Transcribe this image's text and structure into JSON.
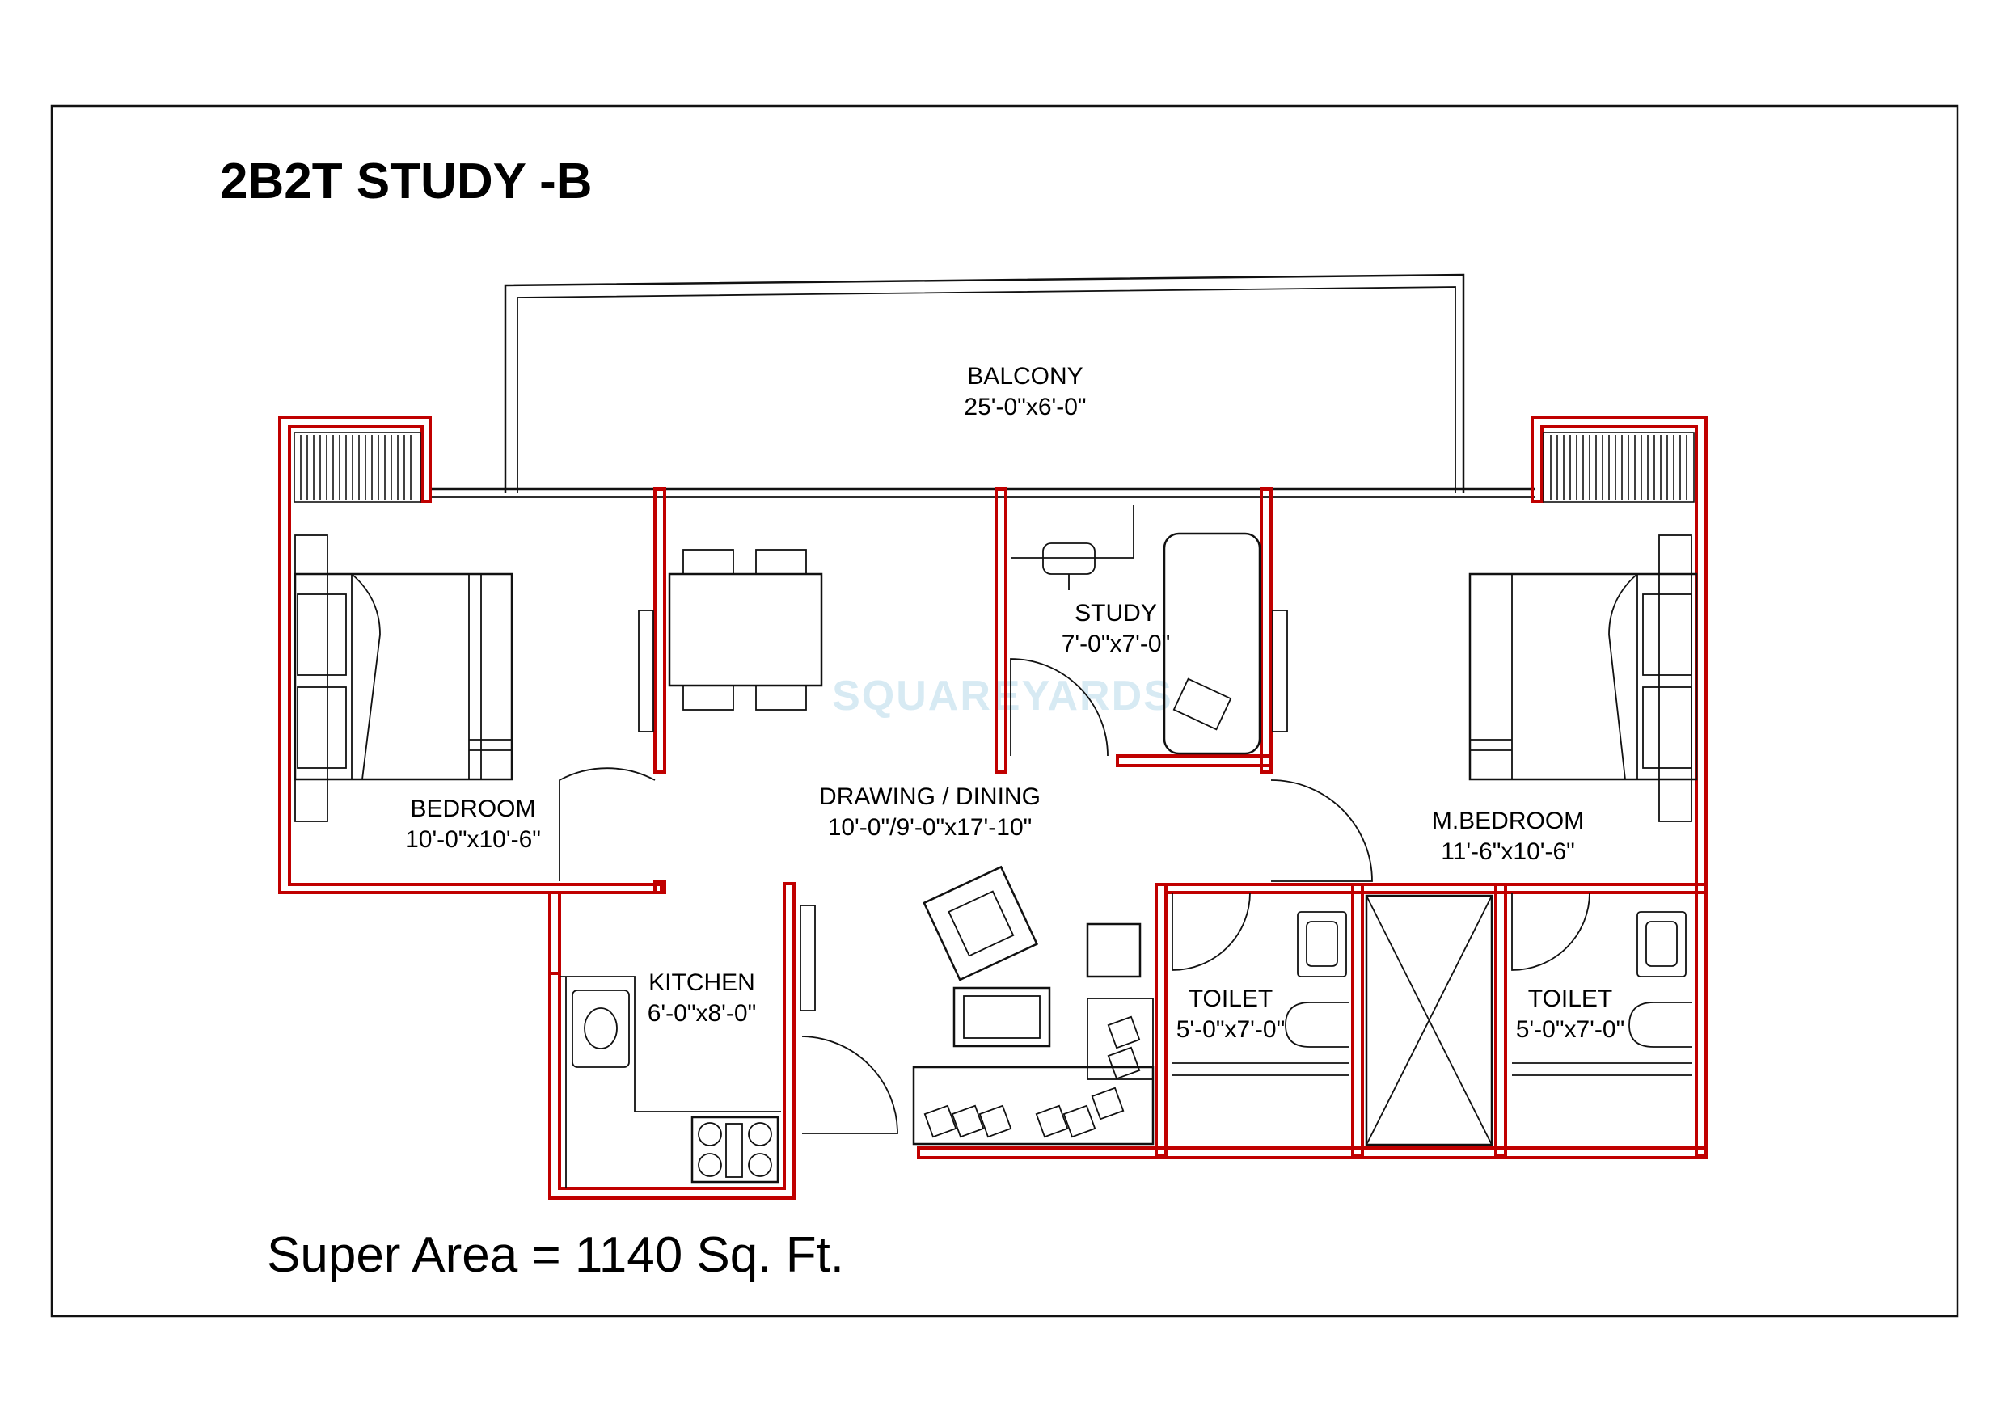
{
  "plan_title": "2B2T STUDY -B",
  "super_area": "Super Area = 1140 Sq. Ft.",
  "watermark": "SQUAREYARDS",
  "rooms": {
    "balcony": {
      "name": "BALCONY",
      "size": "25'-0\"x6'-0\""
    },
    "study": {
      "name": "STUDY",
      "size": "7'-0\"x7'-0\""
    },
    "bedroom": {
      "name": "BEDROOM",
      "size": "10'-0\"x10'-6\""
    },
    "drawing": {
      "name": "DRAWING / DINING",
      "size": "10'-0\"/9'-0\"x17'-10\""
    },
    "mbedroom": {
      "name": "M.BEDROOM",
      "size": "11'-6\"x10'-6\""
    },
    "kitchen": {
      "name": "KITCHEN",
      "size": "6'-0\"x8'-0\""
    },
    "toilet1": {
      "name": "TOILET",
      "size": "5'-0\"x7'-0\""
    },
    "toilet2": {
      "name": "TOILET",
      "size": "5'-0\"x7'-0\""
    }
  },
  "colors": {
    "wall": "#c00000",
    "line": "#111111",
    "watermark": "#d7eaf3"
  }
}
